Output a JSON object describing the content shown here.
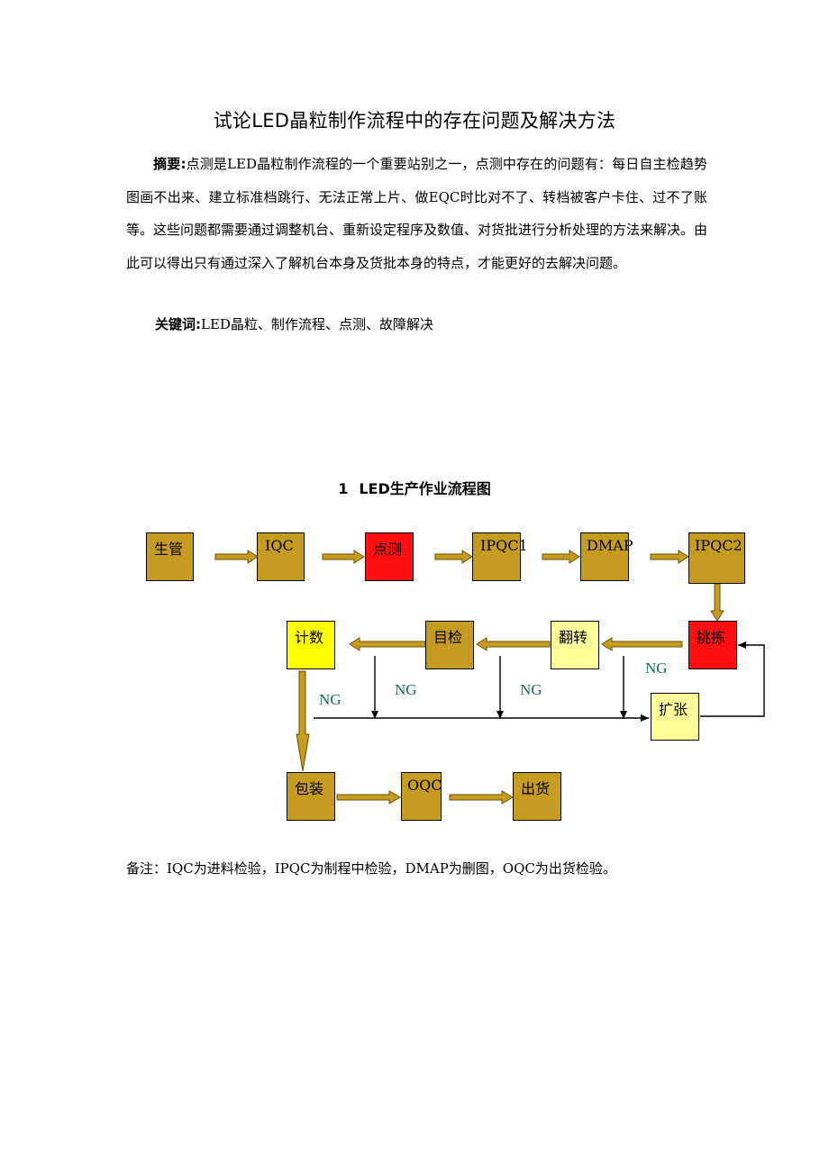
{
  "title": "试论LED晶粒制作流程中的存在问题及解决方法",
  "abstract": {
    "label": "摘要:",
    "text": "点测是LED晶粒制作流程的一个重要站别之一，点测中存在的问题有：每日自主检趋势图画不出来、建立标准档跳行、无法正常上片、做EQC时比对不了、转档被客户卡住、过不了账等。这些问题都需要通过调整机台、重新设定程序及数值、对货批进行分析处理的方法来解决。由此可以得出只有通过深入了解机台本身及货批本身的特点，才能更好的去解决问题。"
  },
  "keywords": {
    "label": "关键词:",
    "text": "LED晶粒、制作流程、点测、故障解决"
  },
  "figure": {
    "number": "1",
    "title": "LED生产作业流程图",
    "nodes": {
      "shengguan": "生管",
      "iqc": "IQC",
      "dianche": "点测",
      "ipqc1": "IPQC1",
      "dmap": "DMAP",
      "ipqc2": "IPQC2",
      "tiaojian": "挑拣",
      "fanzhuan": "翻转",
      "mujian": "目检",
      "jishu": "计数",
      "kuozhang": "扩张",
      "baozhuang": "包装",
      "oqc": "OQC",
      "chuhuo": "出货"
    },
    "ng_label": "NG",
    "colors": {
      "gold": "#c59b20",
      "red": "#ff1010",
      "yellow": "#ffff00",
      "pale_yellow": "#ffff99"
    }
  },
  "note": "备注：IQC为进料检验，IPQC为制程中检验，DMAP为删图，OQC为出货检验。"
}
